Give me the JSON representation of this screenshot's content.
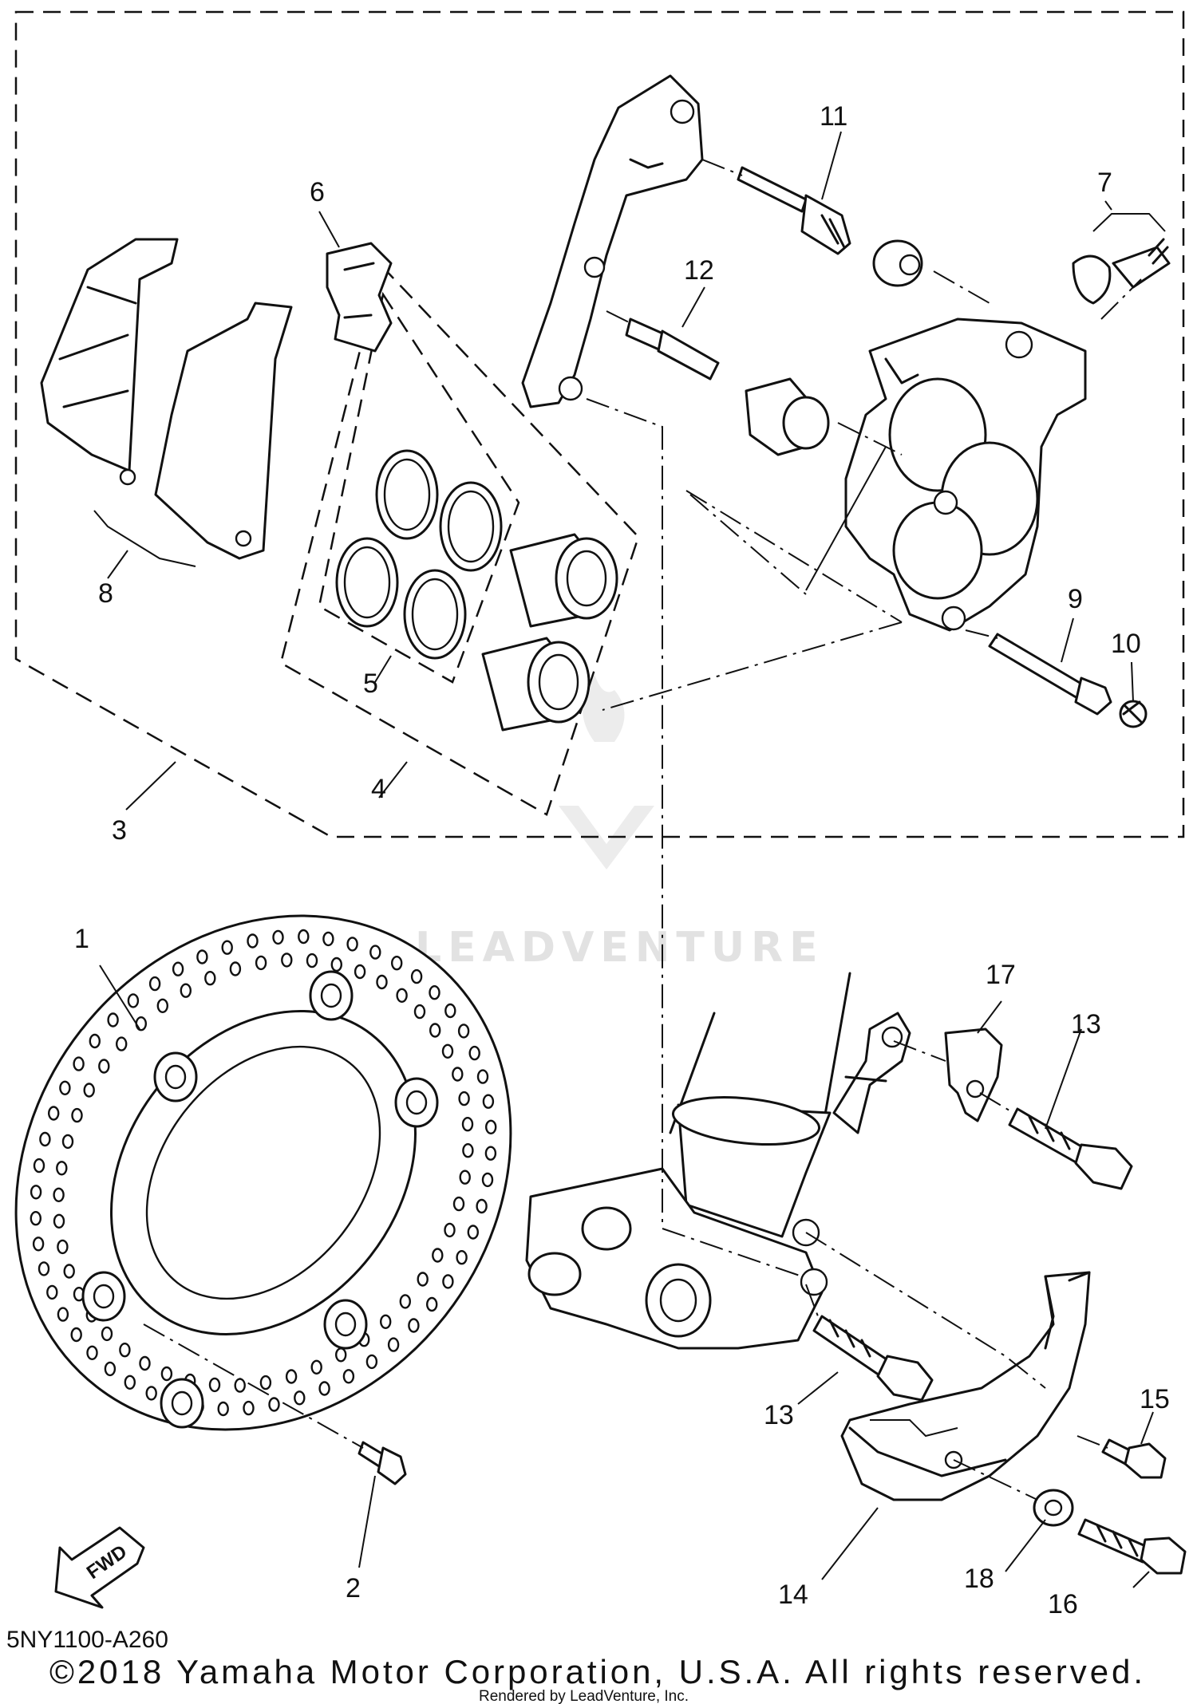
{
  "diagram_code": "5NY1100-A260",
  "copyright": "©2018 Yamaha Motor Corporation, U.S.A. All rights reserved.",
  "render_credit": "Rendered by LeadVenture, Inc.",
  "watermark": "LEADVENTURE",
  "fwd_label": "FWD",
  "callouts": {
    "c1": "1",
    "c2": "2",
    "c3": "3",
    "c4": "4",
    "c5": "5",
    "c6": "6",
    "c7": "7",
    "c8": "8",
    "c9": "9",
    "c10": "10",
    "c11": "11",
    "c12": "12",
    "c13a": "13",
    "c13b": "13",
    "c14": "14",
    "c15": "15",
    "c16": "16",
    "c17": "17",
    "c18": "18"
  }
}
